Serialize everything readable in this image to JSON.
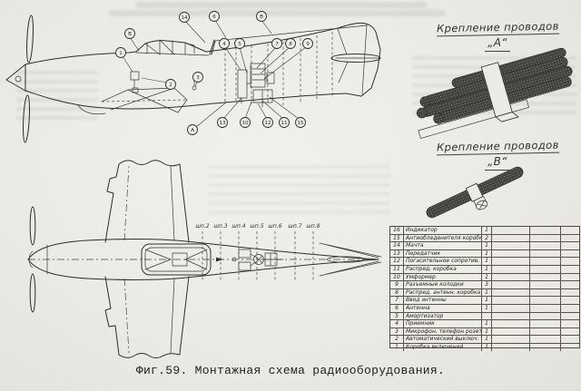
{
  "figure": {
    "caption": "Фиг.59. Монтажная схема радиооборудования."
  },
  "details": {
    "a": {
      "title": "Крепление проводов",
      "label": "„А“"
    },
    "b": {
      "title": "Крепление проводов",
      "label": "„В“"
    }
  },
  "parts_table": {
    "rows": [
      {
        "num": "16",
        "name": "Индикатор",
        "qty": "1"
      },
      {
        "num": "15",
        "name": "Антиобледенителя коробка",
        "qty": "2"
      },
      {
        "num": "14",
        "name": "Мачта",
        "qty": "1"
      },
      {
        "num": "13",
        "name": "Передатчик",
        "qty": "1"
      },
      {
        "num": "12",
        "name": "Погасительное сопротив.",
        "qty": "1"
      },
      {
        "num": "11",
        "name": "Распред. коробка",
        "qty": "1"
      },
      {
        "num": "10",
        "name": "Умформер",
        "qty": "1"
      },
      {
        "num": "9",
        "name": "Разъемные колодки",
        "qty": "3"
      },
      {
        "num": "8",
        "name": "Распред. антенн. коробка",
        "qty": "1"
      },
      {
        "num": "7",
        "name": "Ввод антенны",
        "qty": "1"
      },
      {
        "num": "6",
        "name": "Антенна",
        "qty": "1"
      },
      {
        "num": "5",
        "name": "Амортизатор",
        "qty": ""
      },
      {
        "num": "4",
        "name": "Приемник",
        "qty": "1"
      },
      {
        "num": "3",
        "name": "Микрофон, телефон розетка",
        "qty": "1"
      },
      {
        "num": "2",
        "name": "Автоматический выключ.",
        "qty": "1"
      },
      {
        "num": "1",
        "name": "Коробка включений",
        "qty": "1"
      }
    ]
  },
  "side_view": {
    "callouts": [
      "В",
      "1",
      "2",
      "3",
      "14",
      "6",
      "В",
      "4",
      "5",
      "7",
      "8",
      "9",
      "13",
      "10",
      "12",
      "11",
      "15",
      "А"
    ]
  },
  "plan_view": {
    "frames": [
      "шп.2",
      "шп.3",
      "шп.4",
      "шп.5",
      "шп.6",
      "шп.7",
      "шп.8"
    ]
  }
}
